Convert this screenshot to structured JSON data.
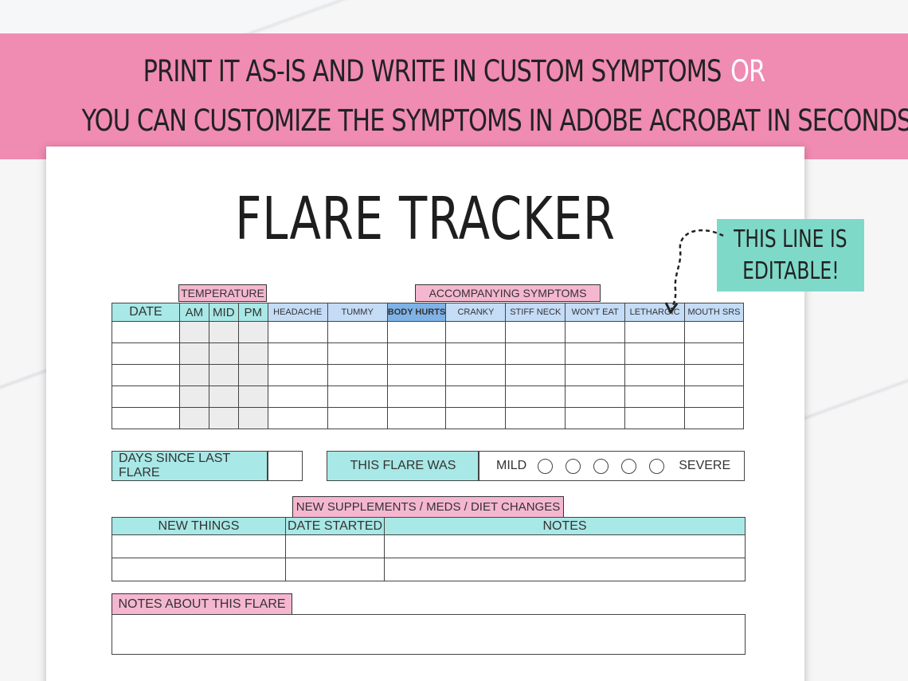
{
  "banner": {
    "line1": "PRINT IT AS-IS AND WRITE IN CUSTOM SYMPTOMS",
    "line1_or": "OR",
    "line2": "YOU CAN CUSTOMIZE THE SYMPTOMS IN ADOBE ACROBAT IN SECONDS!"
  },
  "title": "FLARE TRACKER",
  "callout": {
    "line1": "THIS LINE IS",
    "line2": "EDITABLE!"
  },
  "labels": {
    "temperature": "TEMPERATURE",
    "accompanying": "ACCOMPANYING SYMPTOMS",
    "new_supplements": "NEW SUPPLEMENTS / MEDS / DIET CHANGES",
    "notes_about": "NOTES ABOUT THIS FLARE"
  },
  "tracker": {
    "date": "DATE",
    "am": "AM",
    "mid": "MID",
    "pm": "PM",
    "symptoms": [
      "HEADACHE",
      "TUMMY",
      "BODY HURTS",
      "CRANKY",
      "STIFF NECK",
      "WON'T EAT",
      "LETHARGIC",
      "MOUTH SRS"
    ]
  },
  "days_since": "DAYS SINCE LAST FLARE",
  "flare_was": "THIS FLARE WAS",
  "mild": "MILD",
  "severe": "SEVERE",
  "changes": {
    "new_things": "NEW THINGS",
    "date_started": "DATE STARTED",
    "notes": "NOTES"
  },
  "colors": {
    "pink": "#f08bb1",
    "teal": "#a8e8e6",
    "blue": "#c4dcf6",
    "callout": "#7fd9c9"
  }
}
